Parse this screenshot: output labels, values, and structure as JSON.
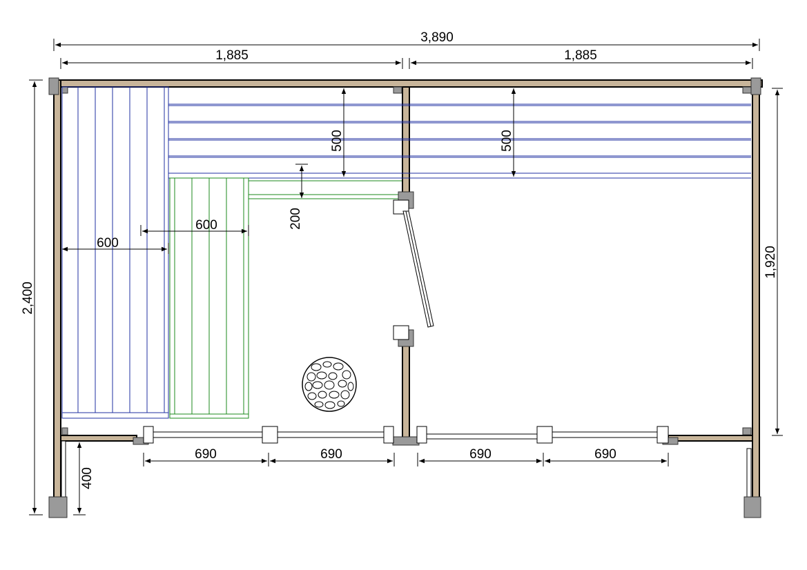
{
  "dimensions": {
    "overall_width": "3,890",
    "left_half_width": "1,885",
    "right_half_width": "1,885",
    "overall_depth": "2,400",
    "room_depth": "1,920",
    "upper_bench_left": "600",
    "lower_bench_left": "600",
    "upper_bench_depth_left": "500",
    "upper_bench_depth_right": "500",
    "step_offset": "200",
    "window_1": "690",
    "window_2": "690",
    "window_3": "690",
    "window_4": "690",
    "porch_depth": "400"
  },
  "colors": {
    "wall": "#c8b59a",
    "bench_upper": "#1f2fa0",
    "bench_lower": "#1b8a1b",
    "post": "#9a9a9a"
  },
  "icons": {
    "stove": "stone-heater-icon"
  }
}
